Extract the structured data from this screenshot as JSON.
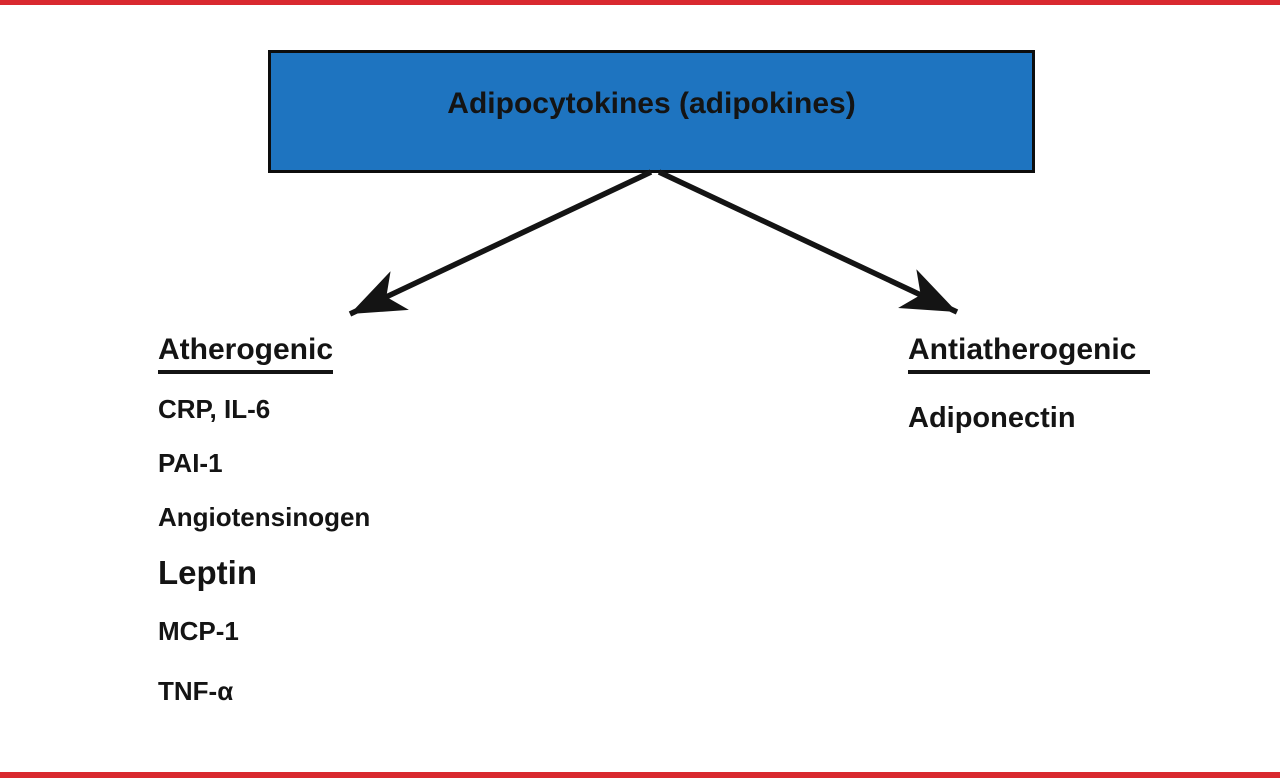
{
  "page": {
    "top_rule_color": "#d9292f",
    "bottom_rule_color": "#d9292f",
    "background": "#ffffff"
  },
  "diagram": {
    "root_box": {
      "label": "Adipocytokines (adipokines)",
      "fill": "#1e74c0",
      "border_color": "#0d0d0d"
    },
    "arrow_color": "#141414",
    "left_branch": {
      "heading": "Atherogenic",
      "items": [
        "CRP, IL-6",
        "PAI-1",
        "Angiotensinogen",
        "Leptin",
        "MCP-1",
        "TNF-α"
      ]
    },
    "right_branch": {
      "heading": "Antiatherogenic",
      "items": [
        "Adiponectin"
      ]
    }
  }
}
